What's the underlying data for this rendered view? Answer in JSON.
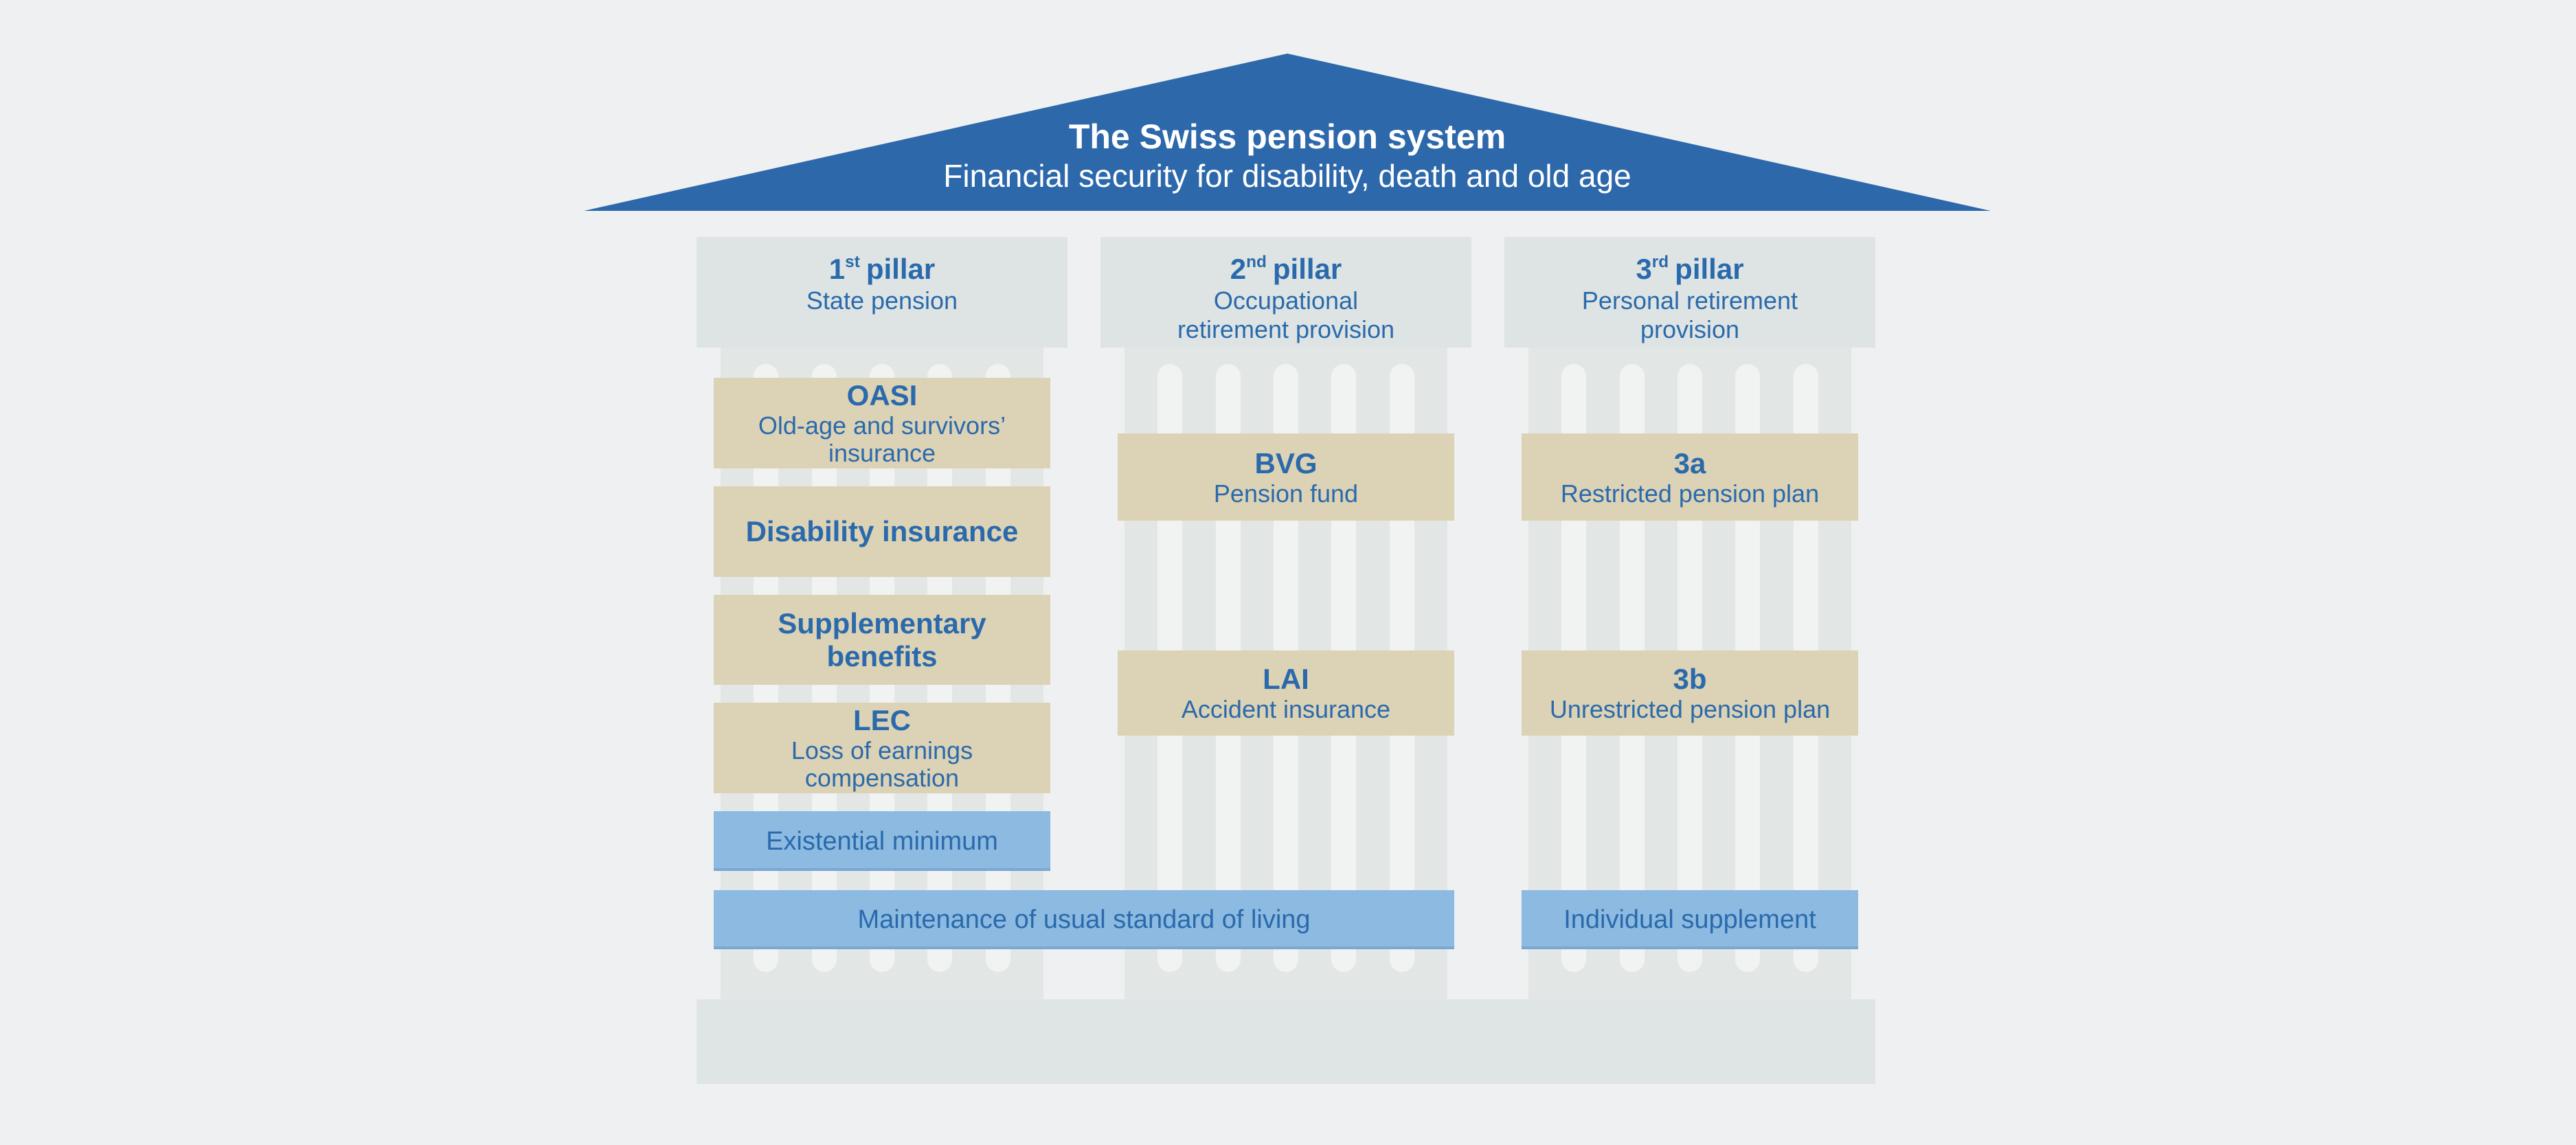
{
  "colors": {
    "background": "#eef0f1",
    "roof_blue": "#2d68ab",
    "header_gray": "#dee4e3",
    "shaft_gray": "#e2e7e6",
    "flute_light": "#f1f3f3",
    "base_gray": "#dfe5e4",
    "box_tan": "#dcd2b5",
    "box_blue": "#8cbae1",
    "text_blue": "#2a6aac",
    "roof_text": "#ffffff"
  },
  "roof": {
    "title": "The Swiss pension system",
    "subtitle": "Financial security for disability, death and old age"
  },
  "pillars": [
    {
      "header": {
        "number": "1",
        "ordinal": "st",
        "word": "pillar",
        "subtitle": "State pension"
      },
      "boxes": [
        {
          "title": "OASI",
          "subtitle": "Old-age and survivors’ insurance"
        },
        {
          "title": "Disability insurance",
          "subtitle": ""
        },
        {
          "title": "Supplementary benefits",
          "subtitle": ""
        },
        {
          "title": "LEC",
          "subtitle": "Loss of earnings compensation"
        }
      ]
    },
    {
      "header": {
        "number": "2",
        "ordinal": "nd",
        "word": "pillar",
        "subtitle": "Occupational retirement provision"
      },
      "boxes": [
        {
          "title": "BVG",
          "subtitle": "Pension fund"
        },
        {
          "title": "LAI",
          "subtitle": "Accident insurance"
        }
      ]
    },
    {
      "header": {
        "number": "3",
        "ordinal": "rd",
        "word": "pillar",
        "subtitle": "Personal retirement provision"
      },
      "boxes": [
        {
          "title": "3a",
          "subtitle": "Restricted pension plan"
        },
        {
          "title": "3b",
          "subtitle": "Unrestricted pension plan"
        }
      ]
    }
  ],
  "foundation": {
    "existential_minimum": "Existential minimum",
    "maintenance": "Maintenance of usual standard of living",
    "individual_supplement": "Individual supplement"
  }
}
